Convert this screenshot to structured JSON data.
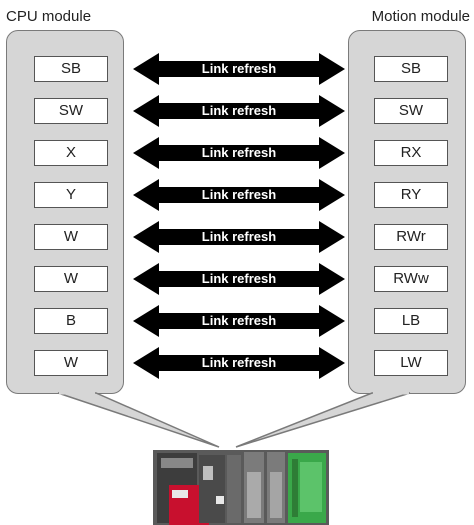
{
  "cpu_module": {
    "title": "CPU module",
    "devices": [
      "SB",
      "SW",
      "X",
      "Y",
      "W",
      "W",
      "B",
      "W"
    ]
  },
  "motion_module": {
    "title": "Motion module",
    "devices": [
      "SB",
      "SW",
      "RX",
      "RY",
      "RWr",
      "RWw",
      "LB",
      "LW"
    ]
  },
  "link_label": "Link refresh",
  "colors": {
    "panel_fill": "#d6d6d6",
    "panel_border": "#7a7a7a",
    "arrow": "#000000",
    "plc_red": "#c8102e",
    "plc_green": "#3aa84a"
  }
}
